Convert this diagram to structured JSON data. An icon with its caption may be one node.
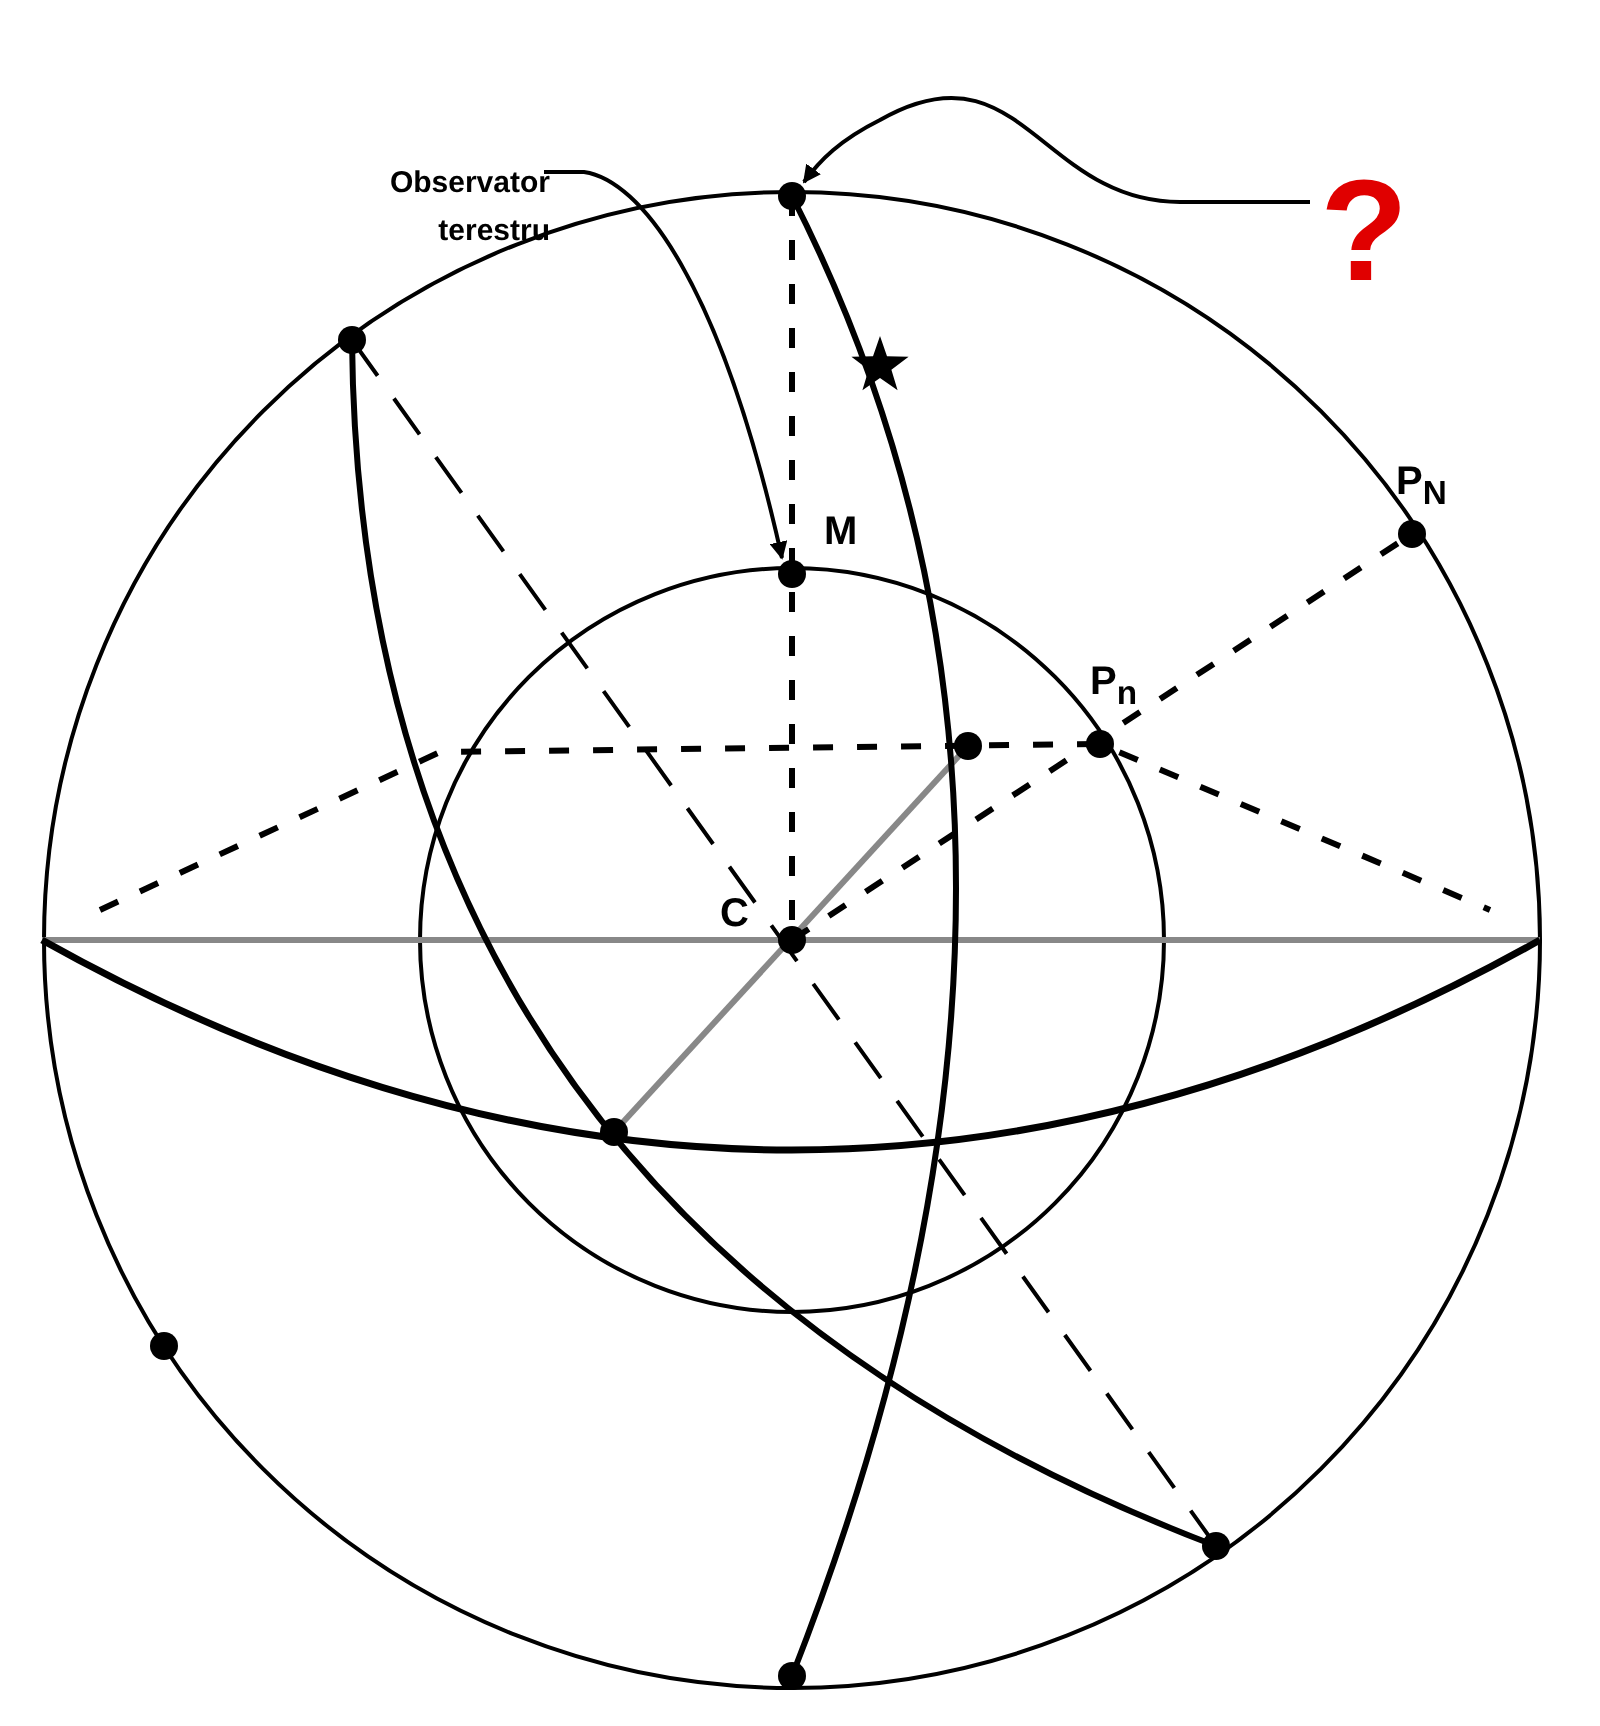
{
  "diagram": {
    "nodes": [
      {
        "text": [
          "Observator terestru"
        ]
      },
      {
        "text": [],
        "shape": "circle"
      },
      {
        "text": [
          "?"
        ]
      },
      {
        "text": [],
        "shape": "circle"
      }
    ],
    "edges": [
      {
        "from": 0,
        "to": 3,
        "arrow": "to"
      },
      {
        "from": 2,
        "to": 1,
        "arrow": "to"
      }
    ],
    "labels": [
      "M",
      "P$_{N}$",
      "P$_{n}$",
      "C"
    ]
  }
}
